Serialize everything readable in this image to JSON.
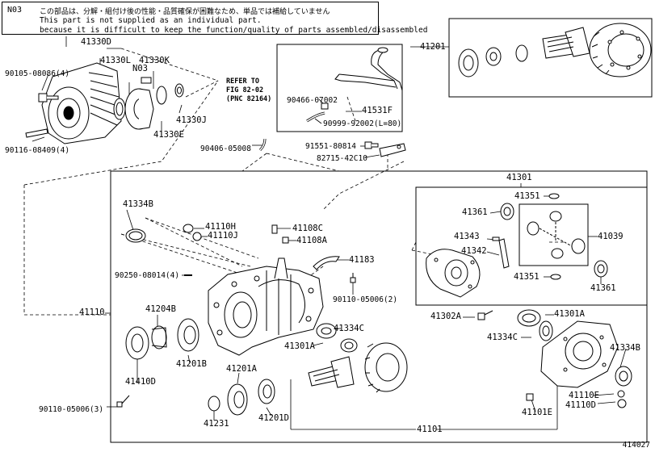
{
  "note": {
    "code": "N03",
    "line_jp": "この部品は、分解・組付け後の性能・品質確保が困難なため、単品では補給していません",
    "line_en1": "This part is not supplied as an individual part.",
    "line_en2": "because it is difficult to keep the function/quality of parts assembled/disassembled"
  },
  "reference": {
    "line1": "REFER TO",
    "line2": "FIG 82-02",
    "line3": "(PNC 82164)"
  },
  "labels": {
    "p41330D": "41330D",
    "p41330L": "41330L",
    "p41330K": "41330K",
    "pN03": "N03",
    "p90105": "90105-08086(4)",
    "p41330J": "41330J",
    "p41330E": "41330E",
    "p90116": "90116-08409(4)",
    "p90466": "90466-07002",
    "p41531F": "41531F",
    "p90999": "90999-92002(L=80)",
    "p90406": "90406-05008",
    "p91551": "91551-80814",
    "p82715": "82715-42C10",
    "p41201": "41201",
    "p41301": "41301",
    "p41351a": "41351",
    "p41361a": "41361",
    "p41039": "41039",
    "p41343": "41343",
    "p41342": "41342",
    "p41351b": "41351",
    "p41361b": "41361",
    "p41334B_l": "41334B",
    "p41110H": "41110H",
    "p41110J": "41110J",
    "p41108C": "41108C",
    "p41108A": "41108A",
    "p41183": "41183",
    "p90250": "90250-08014(4)",
    "p90110a": "90110-05006(2)",
    "p41110": "41110",
    "p41204B": "41204B",
    "p41410D": "41410D",
    "p41201B": "41201B",
    "p41334C_l": "41334C",
    "p41301A_l": "41301A",
    "p41302A": "41302A",
    "p41301A_r": "41301A",
    "p41334C_r": "41334C",
    "p41334B_r": "41334B",
    "p41201A": "41201A",
    "p41231": "41231",
    "p41201D": "41201D",
    "p90110b": "90110-05006(3)",
    "p41101": "41101",
    "p41101E": "41101E",
    "p41110E": "41110E",
    "p41110D": "41110D"
  },
  "diagram_id": "414027"
}
